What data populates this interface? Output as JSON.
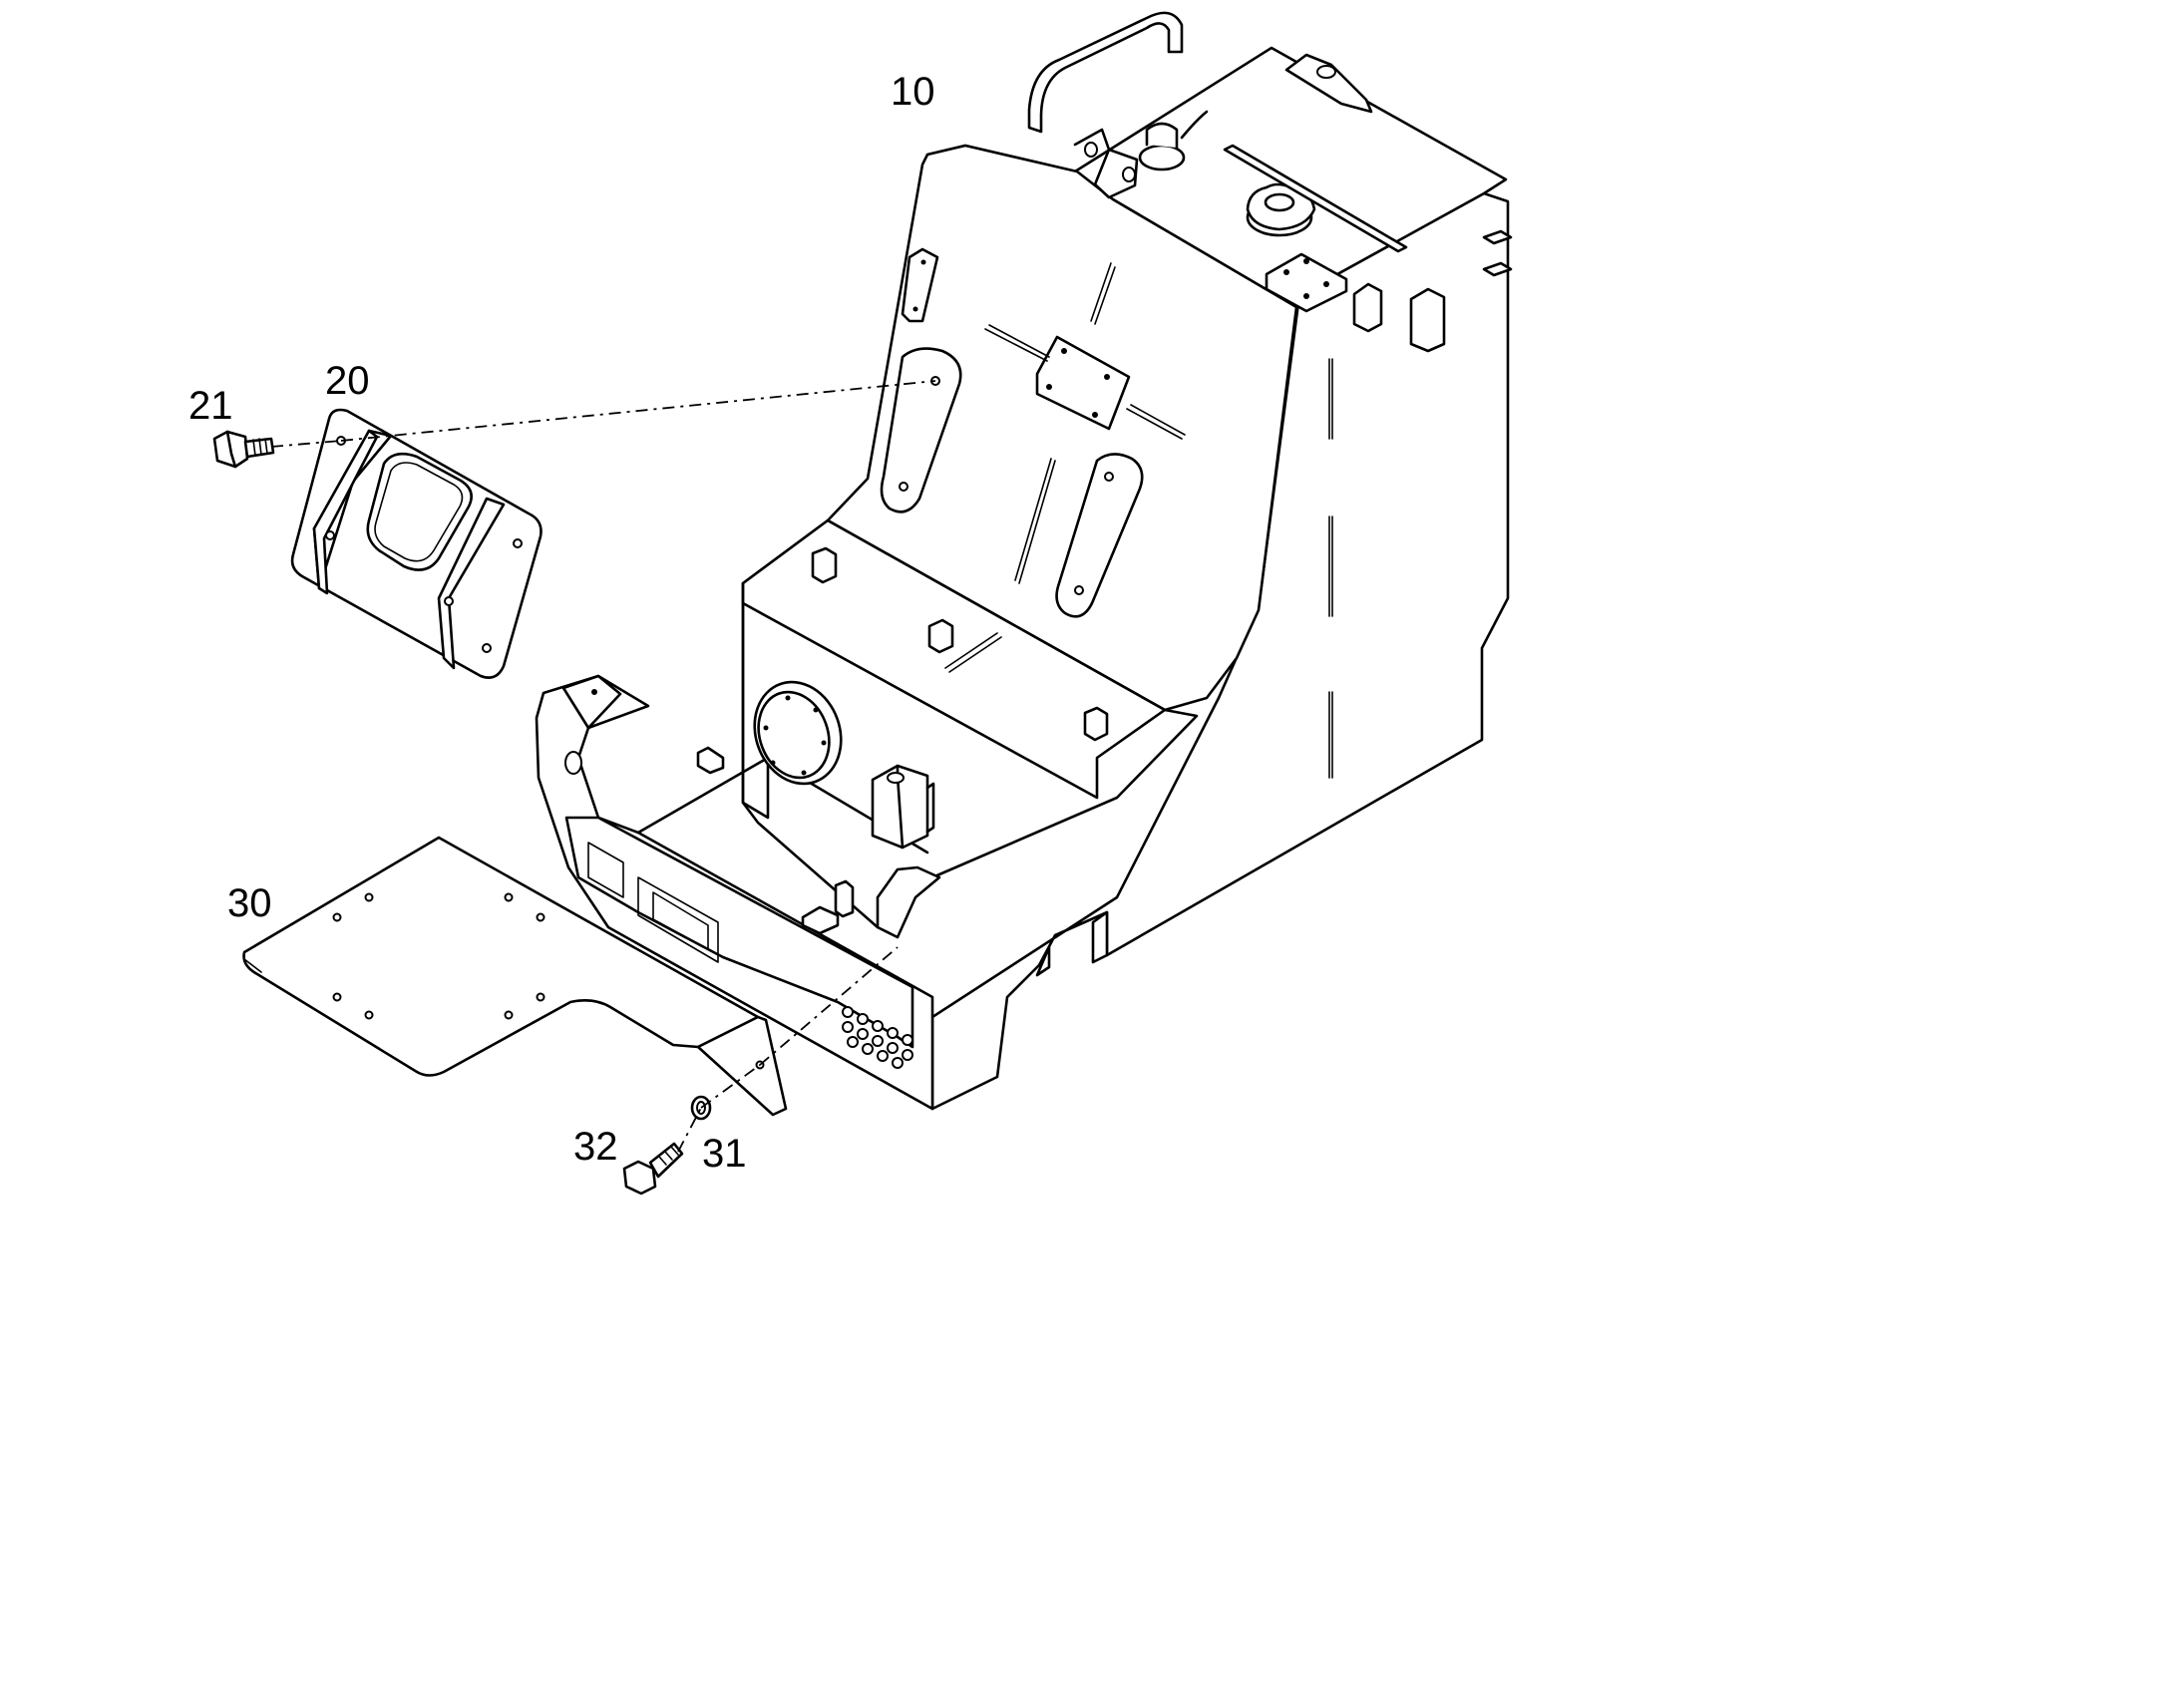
{
  "diagram": {
    "callouts": [
      {
        "id": "10",
        "label": "10"
      },
      {
        "id": "20",
        "label": "20"
      },
      {
        "id": "21",
        "label": "21"
      },
      {
        "id": "30",
        "label": "30"
      },
      {
        "id": "31",
        "label": "31"
      },
      {
        "id": "32",
        "label": "32"
      }
    ]
  }
}
